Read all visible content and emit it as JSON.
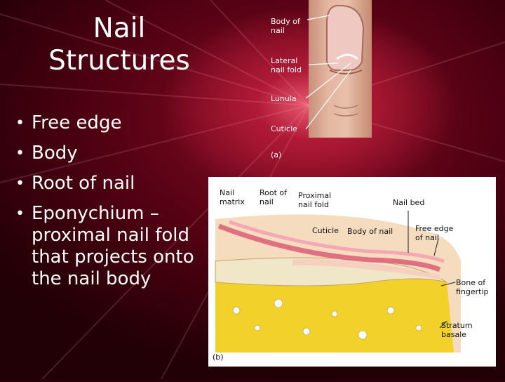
{
  "slide": {
    "title_line1": "Nail",
    "title_line2": "Structures",
    "bullets": [
      "Free edge",
      "Body",
      "Root of nail",
      "Eponychium – proximal nail fold that projects onto the nail body"
    ],
    "bullet_glyph": "•"
  },
  "photo_figure": {
    "labels": {
      "body_of_nail": [
        "Body of",
        "nail"
      ],
      "lateral_nail_fold": [
        "Lateral",
        "nail fold"
      ],
      "lunula": "Lunula",
      "cuticle": "Cuticle"
    },
    "panel_letter": "(a)"
  },
  "diagram_figure": {
    "labels": {
      "nail_matrix": [
        "Nail",
        "matrix"
      ],
      "root_of_nail": [
        "Root of",
        "nail"
      ],
      "proximal_nail_fold": [
        "Proximal",
        "nail fold"
      ],
      "nail_bed": "Nail bed",
      "cuticle": "Cuticle",
      "body_of_nail": "Body of nail",
      "free_edge": [
        "Free edge",
        "of nail"
      ],
      "bone_of_fingertip": [
        "Bone of",
        "fingertip"
      ],
      "stratum_basale": [
        "Stratum",
        "basale"
      ]
    },
    "panel_letter": "(b)"
  },
  "colors": {
    "background": "#6a0018",
    "accent": "#e85a70",
    "text": "#ffffff"
  }
}
